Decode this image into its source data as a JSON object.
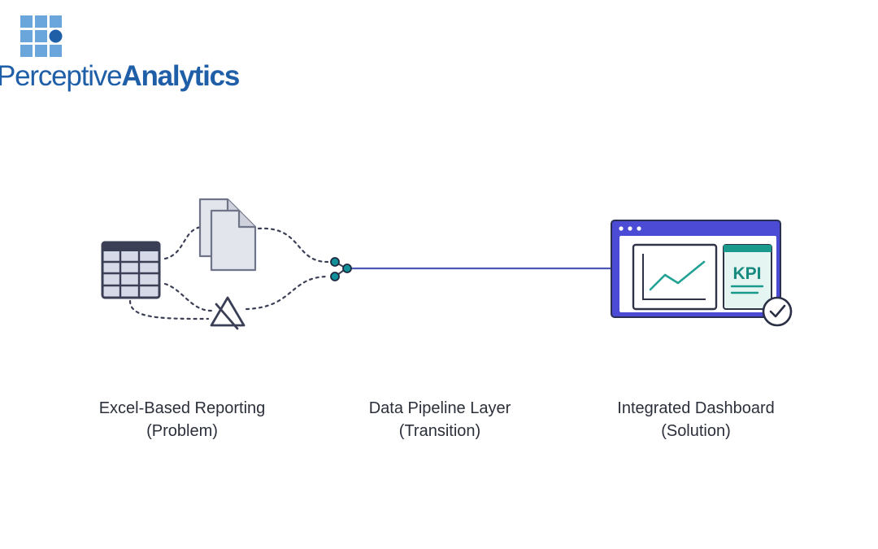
{
  "logo": {
    "part1": "Perceptive",
    "part2": "Analytics"
  },
  "stages": [
    {
      "title": "Excel-Based Reporting",
      "subtitle": "(Problem)"
    },
    {
      "title": "Data Pipeline Layer",
      "subtitle": "(Transition)"
    },
    {
      "title": "Integrated Dashboard",
      "subtitle": "(Solution)"
    }
  ],
  "dashboard": {
    "kpi_label": "KPI"
  },
  "icons": {
    "spreadsheet": "spreadsheet-icon",
    "documents": "documents-icon",
    "warning": "warning-icon",
    "pipeline": "pipeline-node-icon",
    "dashboard": "dashboard-icon",
    "check": "check-circle-icon"
  },
  "colors": {
    "brand": "#1f5fa8",
    "logo_grid": "#6aa6dc",
    "outline": "#3b3f55",
    "spreadsheet_fill": "#d5d9e8",
    "document_fill": "#e3e5ec",
    "connector": "#4b56b5",
    "pipeline_node": "#11909a",
    "dashboard_frame": "#4b4bd6",
    "kpi_panel": "#e4f5f2",
    "kpi_accent": "#1a9a8c",
    "chart_line": "#21a295"
  }
}
